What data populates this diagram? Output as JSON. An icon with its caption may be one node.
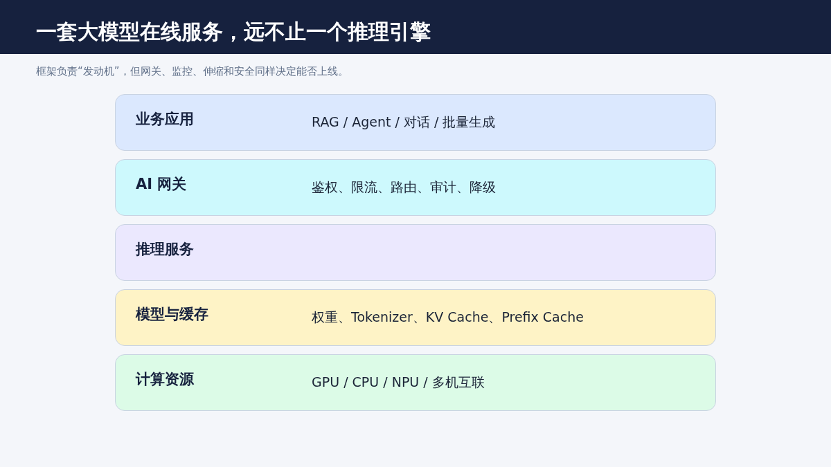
{
  "diagram": {
    "title": "一套大模型在线服务，远不止一个推理引擎",
    "nodes": [
      {
        "text": [
          "业务应用",
          "RAG / Agent / 对话 / 批量生成"
        ]
      },
      {
        "text": [
          "AI 网关",
          "鉴权、限流、路由、审计、降级"
        ]
      },
      {
        "text": [
          "推理服务"
        ]
      },
      {
        "text": [
          "模型与缓存",
          "权重、Tokenizer、KV Cache、Prefix Cache"
        ]
      },
      {
        "text": [
          "计算资源",
          "GPU / CPU / NPU / 多机互联"
        ]
      }
    ],
    "labels": [
      "框架负责“发动机”，但网关、监控、伸缩和安全同样决定能否上线。"
    ]
  }
}
